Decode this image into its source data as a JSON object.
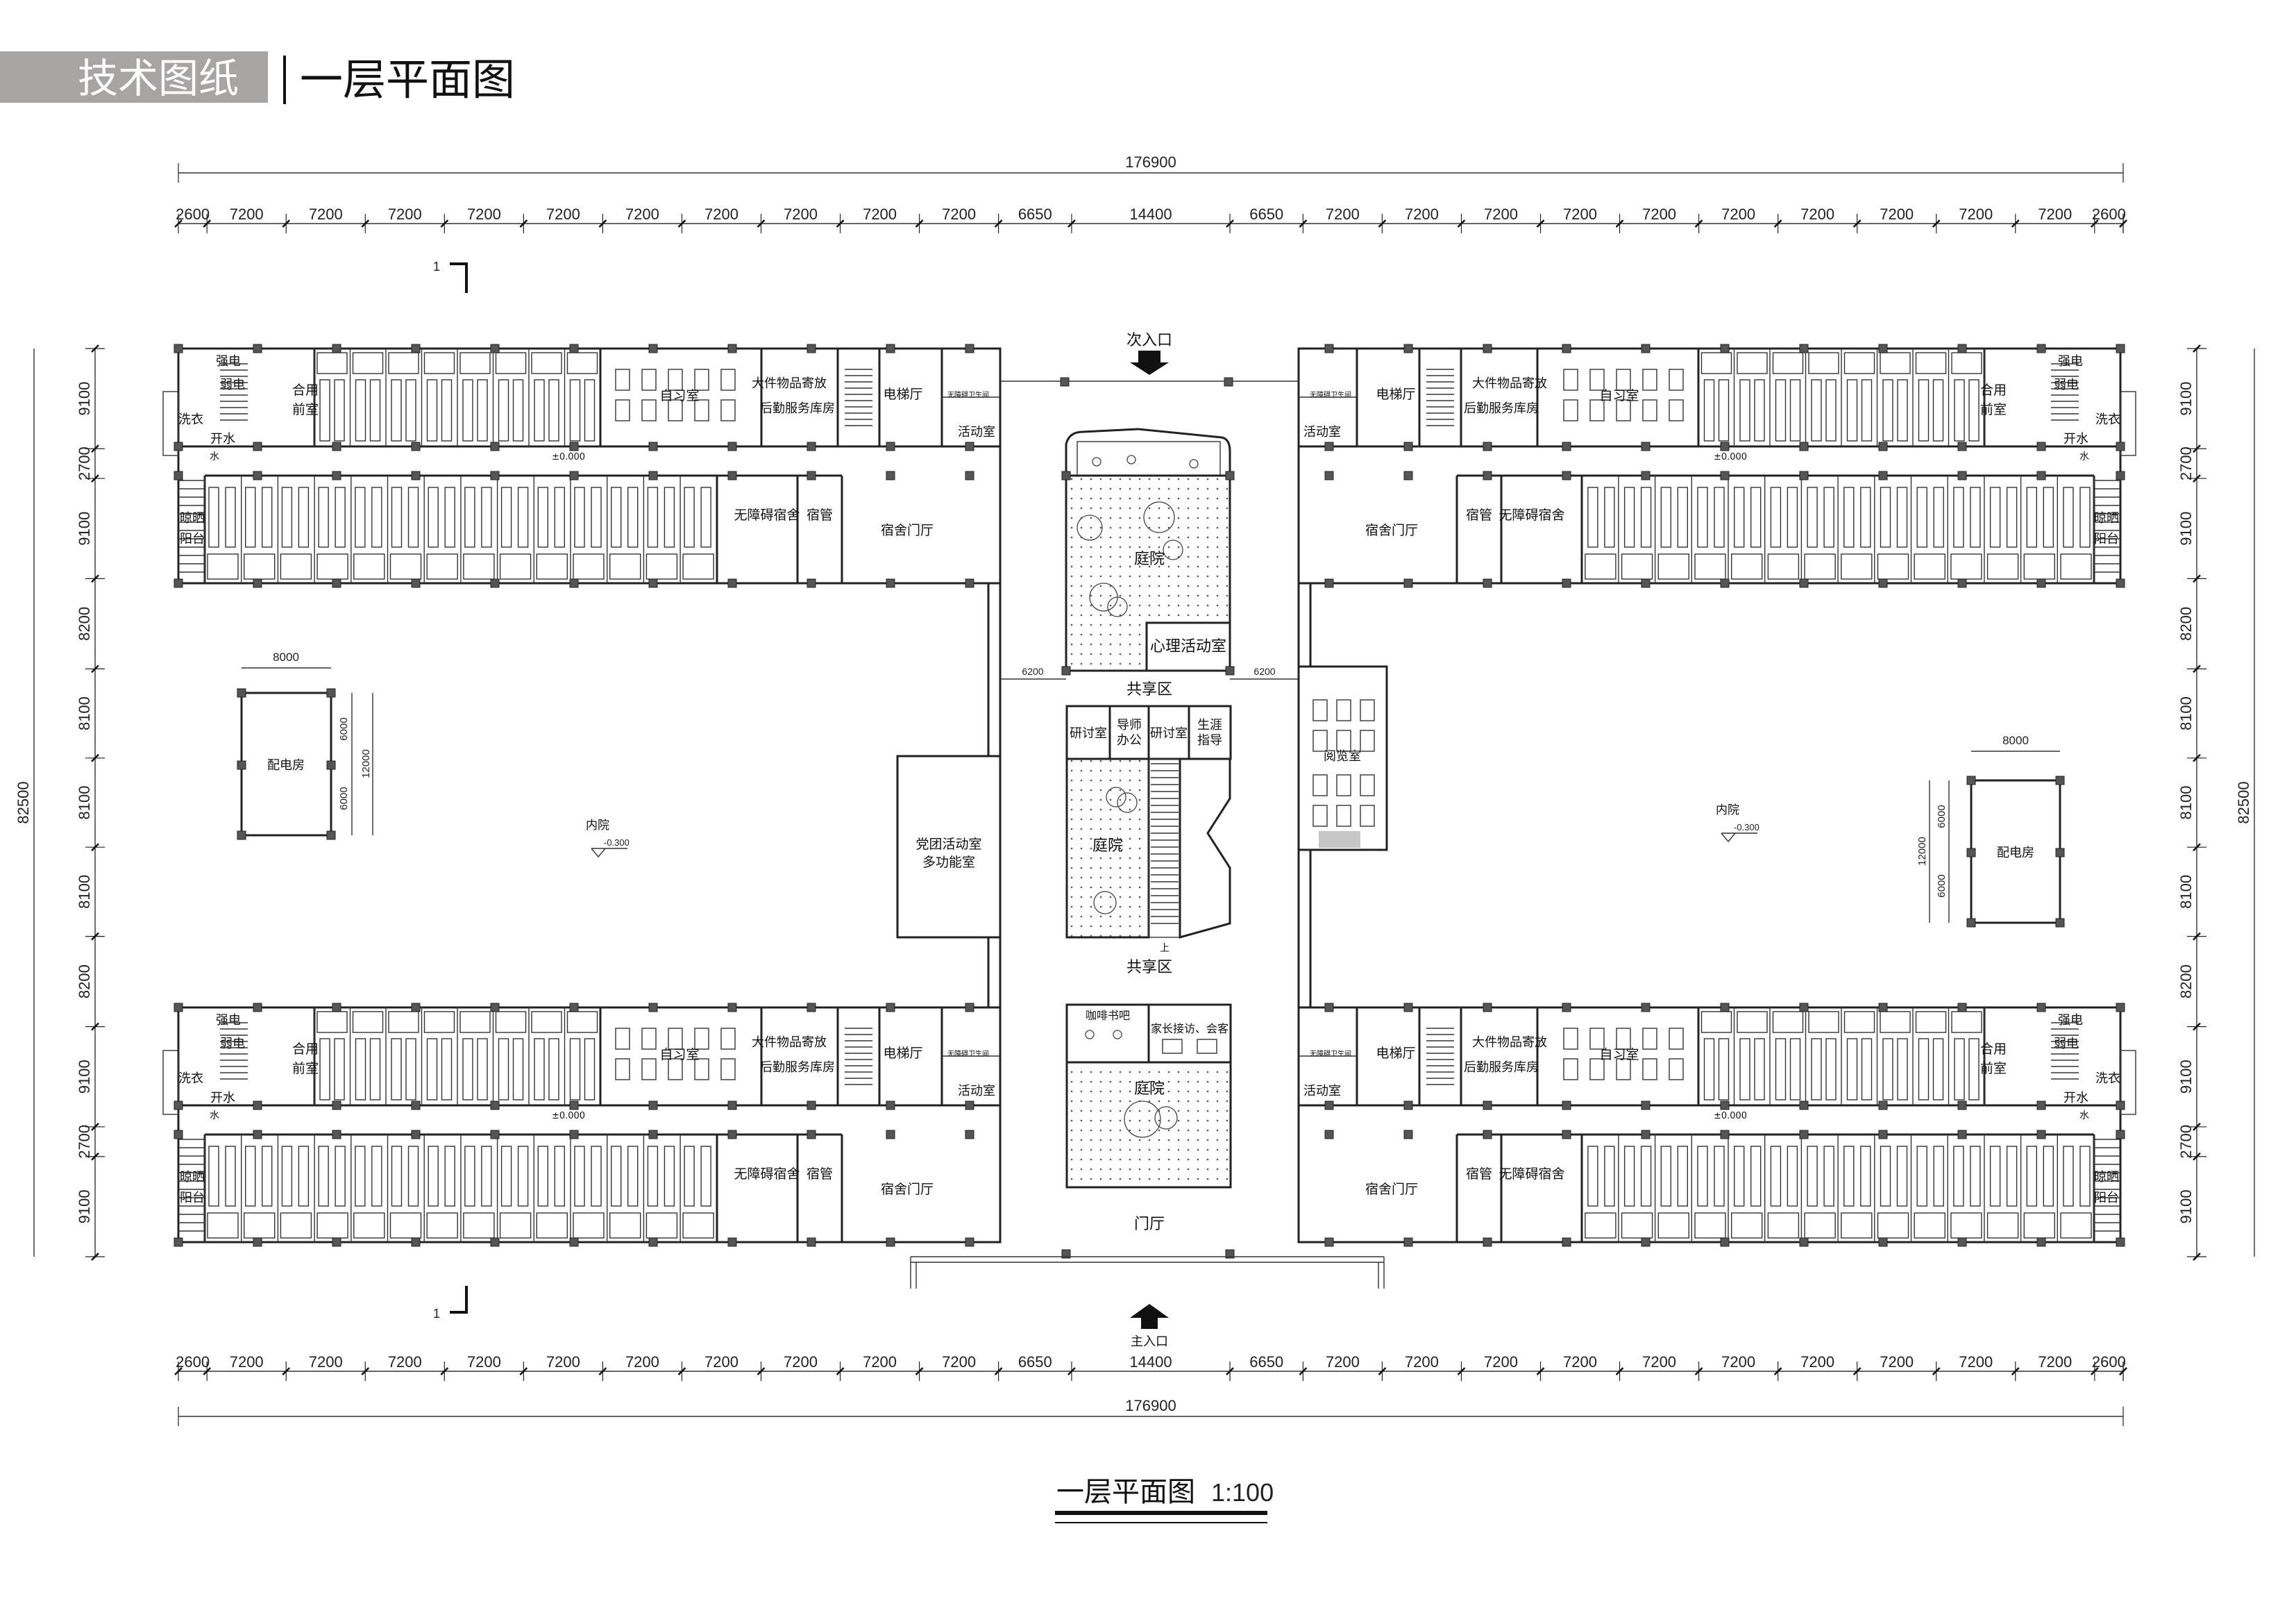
{
  "header": {
    "category": "技术图纸",
    "title": "一层平面图"
  },
  "dimensions": {
    "overall_width": "176900",
    "overall_depth": "82500",
    "horizontal_segments": [
      "2600",
      "7200",
      "7200",
      "7200",
      "7200",
      "7200",
      "7200",
      "7200",
      "7200",
      "7200",
      "7200",
      "6650",
      "14400",
      "6650",
      "7200",
      "7200",
      "7200",
      "7200",
      "7200",
      "7200",
      "7200",
      "7200",
      "7200",
      "7200",
      "2600"
    ],
    "vertical_segments": [
      "9100",
      "2700",
      "9100",
      "8200",
      "8100",
      "8100",
      "8100",
      "8200",
      "9100",
      "2700",
      "9100"
    ],
    "courtyard_gap": "6200"
  },
  "wing_rooms": {
    "strong_power": "强电",
    "weak_power": "弱电",
    "laundry": "洗衣",
    "boiled_water": "开水",
    "water": "水",
    "shared_anteroom_1": "合用",
    "shared_anteroom_2": "前室",
    "study_room": "自习室",
    "storage_1": "大件物品寄放",
    "storage_2": "后勤服务库房",
    "elevator_hall": "电梯厅",
    "accessible_wc": "无障碍卫生间",
    "activity_room": "活动室",
    "floor_level": "±0.000",
    "drying_balcony_1": "晾晒",
    "drying_balcony_2": "阳台",
    "accessible_dorm": "无障碍宿舍",
    "dorm_manager": "宿管",
    "dorm_lobby": "宿舍门厅"
  },
  "center": {
    "secondary_entrance": "次入口",
    "main_entrance": "主入口",
    "courtyard": "庭院",
    "psych_room": "心理活动室",
    "shared_area": "共享区",
    "seminar_room": "研讨室",
    "tutor_office_1": "导师",
    "tutor_office_2": "办公",
    "career_1": "生涯",
    "career_2": "指导",
    "cafe": "咖啡书吧",
    "parent_reception": "家长接访、会客",
    "lobby": "门厅",
    "party_room_1": "党团活动室",
    "party_room_2": "多功能室",
    "reading_room": "阅览室",
    "up": "上"
  },
  "power_room": {
    "label": "配电房",
    "width": "8000",
    "half": "6000",
    "length": "12000"
  },
  "inner_yard": {
    "label": "内院",
    "elevation": "-0.300"
  },
  "section_mark": "1",
  "drawing_title": {
    "name": "一层平面图",
    "scale": "1:100"
  }
}
